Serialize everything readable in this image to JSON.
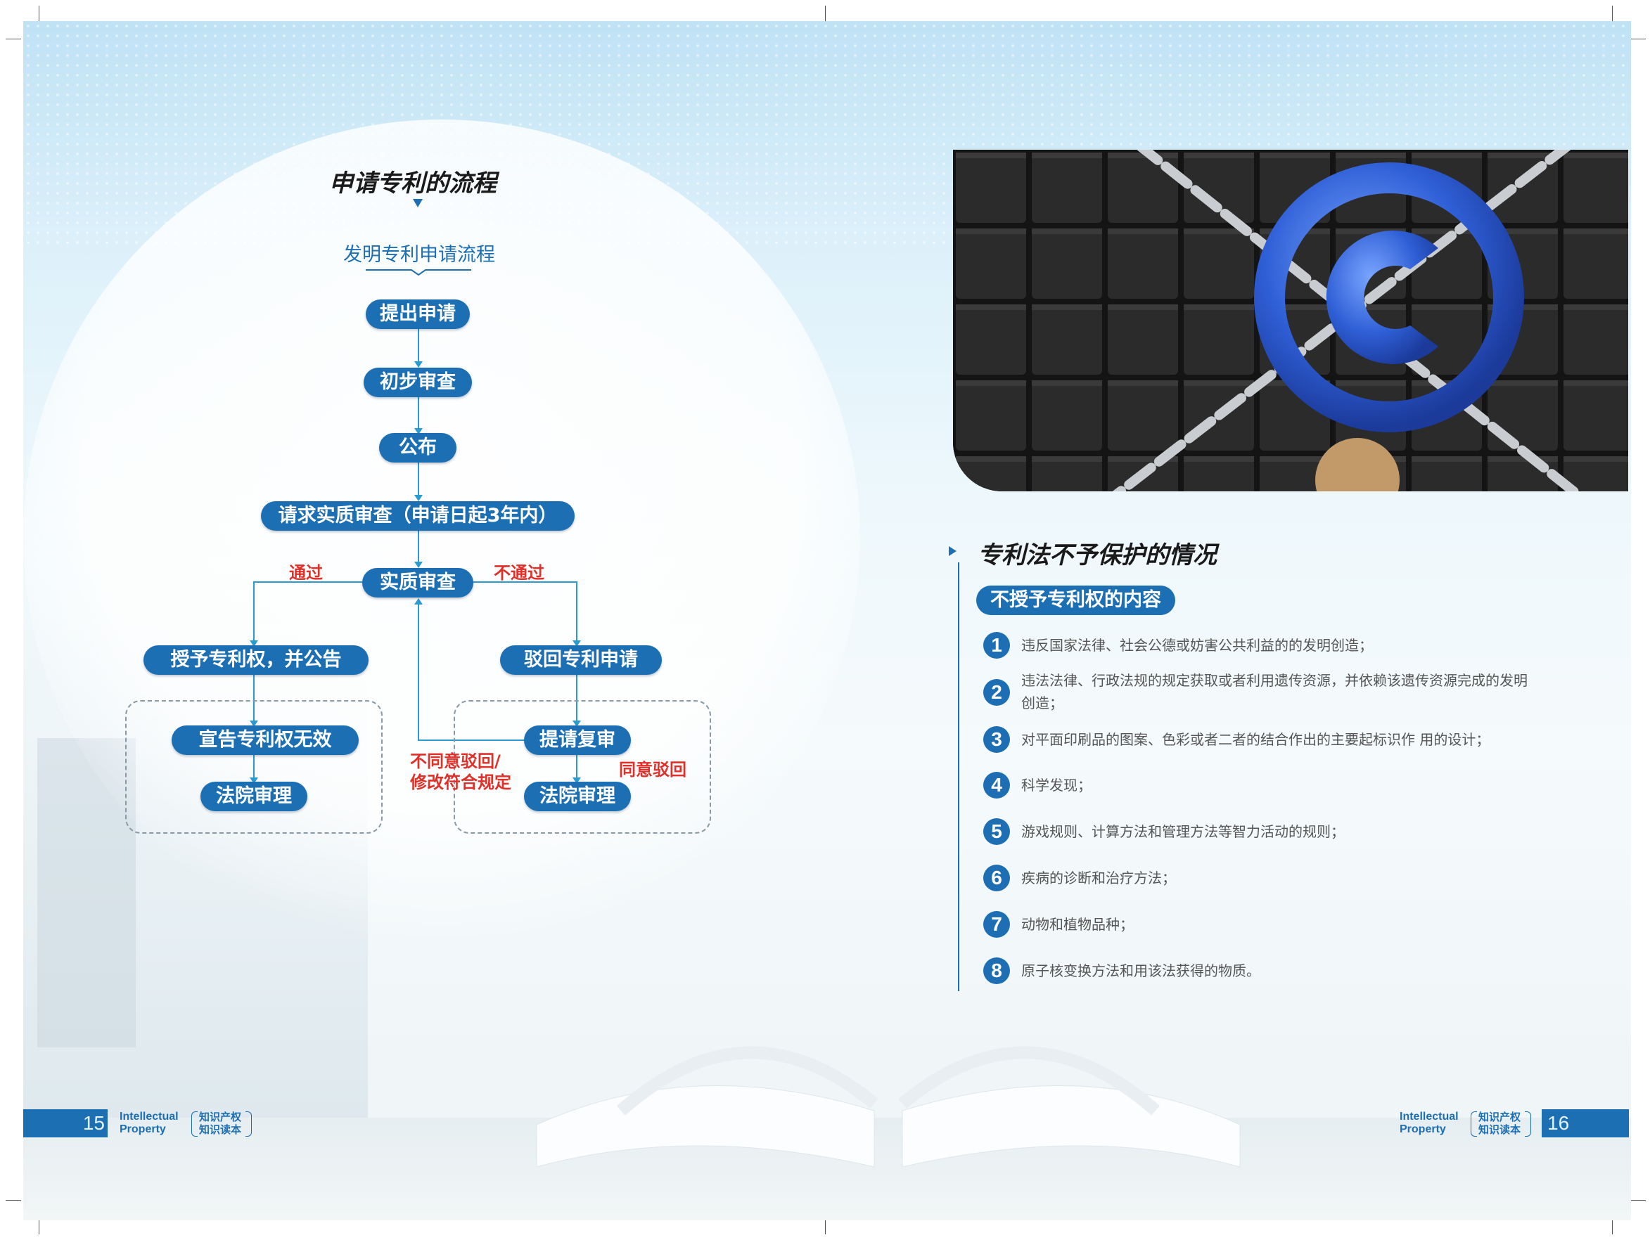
{
  "left": {
    "section_title": "申请专利的流程",
    "subtitle": "发明专利申请流程",
    "flow": {
      "n1": "提出申请",
      "n2": "初步审查",
      "n3": "公布",
      "n4": "请求实质审查（申请日起3年内）",
      "n5": "实质审查",
      "pass": "通过",
      "fail": "不通过",
      "grant": "授予专利权，并公告",
      "reject": "驳回专利申请",
      "invalid": "宣告专利权无效",
      "court_left": "法院审理",
      "review": "提请复审",
      "court_right": "法院审理",
      "disagree_line1": "不同意驳回/",
      "disagree_line2": "修改符合规定",
      "agree": "同意驳回"
    },
    "page_number": "15"
  },
  "right": {
    "section_title": "专利法不予保护的情况",
    "tag": "不授予专利权的内容",
    "items": [
      {
        "n": "1",
        "text": "违反国家法律、社会公德或妨害公共利益的的发明创造；"
      },
      {
        "n": "2",
        "text": "违法法律、行政法规的规定获取或者利用遗传资源，并依赖该遗传资源完成的发明创造；"
      },
      {
        "n": "3",
        "text": "对平面印刷品的图案、色彩或者二者的结合作出的主要起标识作 用的设计；"
      },
      {
        "n": "4",
        "text": "科学发现；"
      },
      {
        "n": "5",
        "text": "游戏规则、计算方法和管理方法等智力活动的规则；"
      },
      {
        "n": "6",
        "text": "疾病的诊断和治疗方法；"
      },
      {
        "n": "7",
        "text": "动物和植物品种；"
      },
      {
        "n": "8",
        "text": "原子核变换方法和用该法获得的物质。"
      }
    ],
    "page_number": "16"
  },
  "footer": {
    "brand_en_1": "Intellectual",
    "brand_en_2": "Property",
    "brand_cn_1": "知识产权",
    "brand_cn_2": "知识读本"
  },
  "image": {
    "icon": "copyright-icon"
  },
  "colors": {
    "primary": "#1d6fb3",
    "accent_red": "#e0302a",
    "line": "#2a9bd0"
  }
}
